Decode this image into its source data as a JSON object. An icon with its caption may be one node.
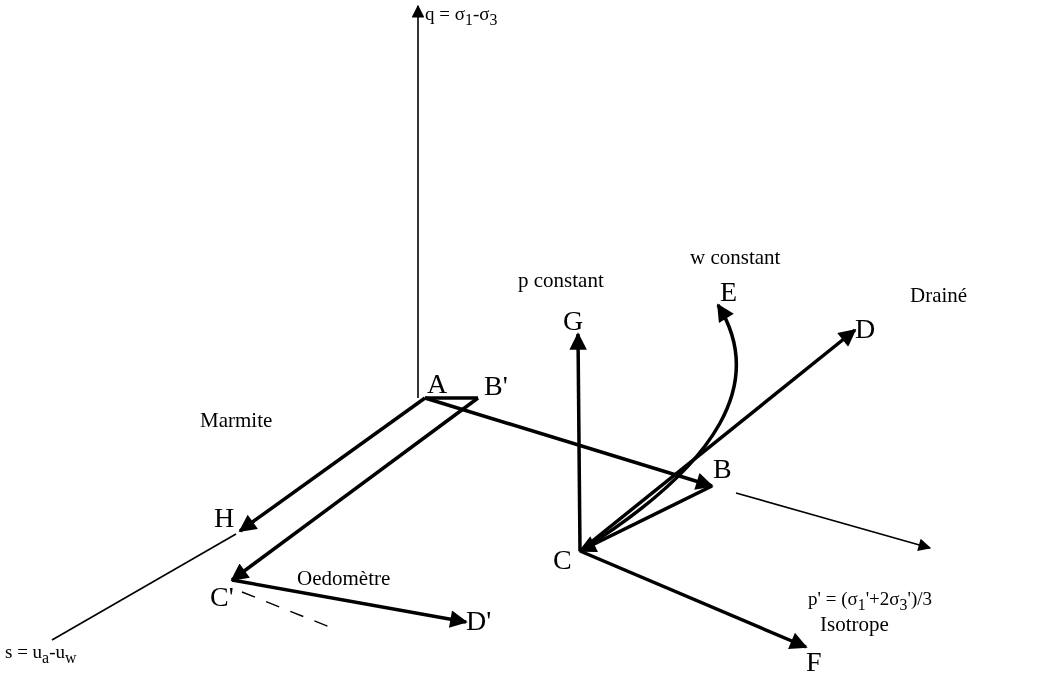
{
  "diagram": {
    "nodes": [
      {
        "text": [
          "A"
        ]
      },
      {
        "text": [
          "B'"
        ]
      },
      {
        "text": [
          "B"
        ]
      },
      {
        "text": [
          "C"
        ]
      },
      {
        "text": [
          "C'"
        ]
      },
      {
        "text": [
          "D"
        ]
      },
      {
        "text": [
          "D'"
        ]
      },
      {
        "text": [
          "E"
        ]
      },
      {
        "text": [
          "F"
        ]
      },
      {
        "text": [
          "G"
        ]
      },
      {
        "text": [
          "H"
        ]
      }
    ],
    "edges": [
      {
        "from": 0,
        "to": 1,
        "arrow": "none"
      },
      {
        "from": 1,
        "to": 4,
        "arrow": "to"
      },
      {
        "from": 0,
        "to": 10,
        "arrow": "to",
        "label": "Marmite"
      },
      {
        "from": 4,
        "to": 6,
        "arrow": "to",
        "label": "Oedomètre"
      },
      {
        "from": 0,
        "to": 2,
        "arrow": "to"
      },
      {
        "from": 2,
        "to": 3,
        "arrow": "to"
      },
      {
        "from": 3,
        "to": 9,
        "arrow": "to",
        "label": "p constant"
      },
      {
        "from": 3,
        "to": 7,
        "arrow": "to",
        "label": "w constant"
      },
      {
        "from": 3,
        "to": 5,
        "arrow": "to",
        "label": "Drainé"
      },
      {
        "from": 3,
        "to": 8,
        "arrow": "to",
        "label": "Isotrope"
      }
    ],
    "labels": [
      "q = σ$_{1}$-σ$_{3}$",
      "p' = (σ$_{1}$'+2σ$_{3}$')/3",
      "s = u$_{a}$-u$_{w}$"
    ]
  }
}
